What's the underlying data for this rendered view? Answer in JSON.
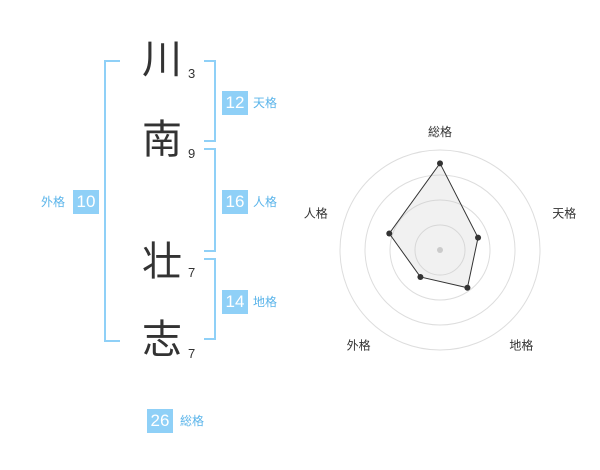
{
  "name": {
    "chars": [
      {
        "char": "川",
        "strokes": "3"
      },
      {
        "char": "南",
        "strokes": "9"
      },
      {
        "char": "壮",
        "strokes": "7"
      },
      {
        "char": "志",
        "strokes": "7"
      }
    ]
  },
  "kakusu": {
    "tenkaku": {
      "value": "12",
      "label": "天格"
    },
    "jinkaku": {
      "value": "16",
      "label": "人格"
    },
    "chikaku": {
      "value": "14",
      "label": "地格"
    },
    "gaikaku": {
      "value": "10",
      "label": "外格"
    },
    "soukaku": {
      "value": "26",
      "label": "総格"
    }
  },
  "colors": {
    "accent": "#8fd0f7",
    "label": "#5ab4ea",
    "text": "#333333"
  },
  "chart_data": {
    "type": "radar",
    "axes": [
      "総格",
      "天格",
      "地格",
      "外格",
      "人格"
    ],
    "values": [
      26,
      12,
      14,
      10,
      16
    ]
  }
}
